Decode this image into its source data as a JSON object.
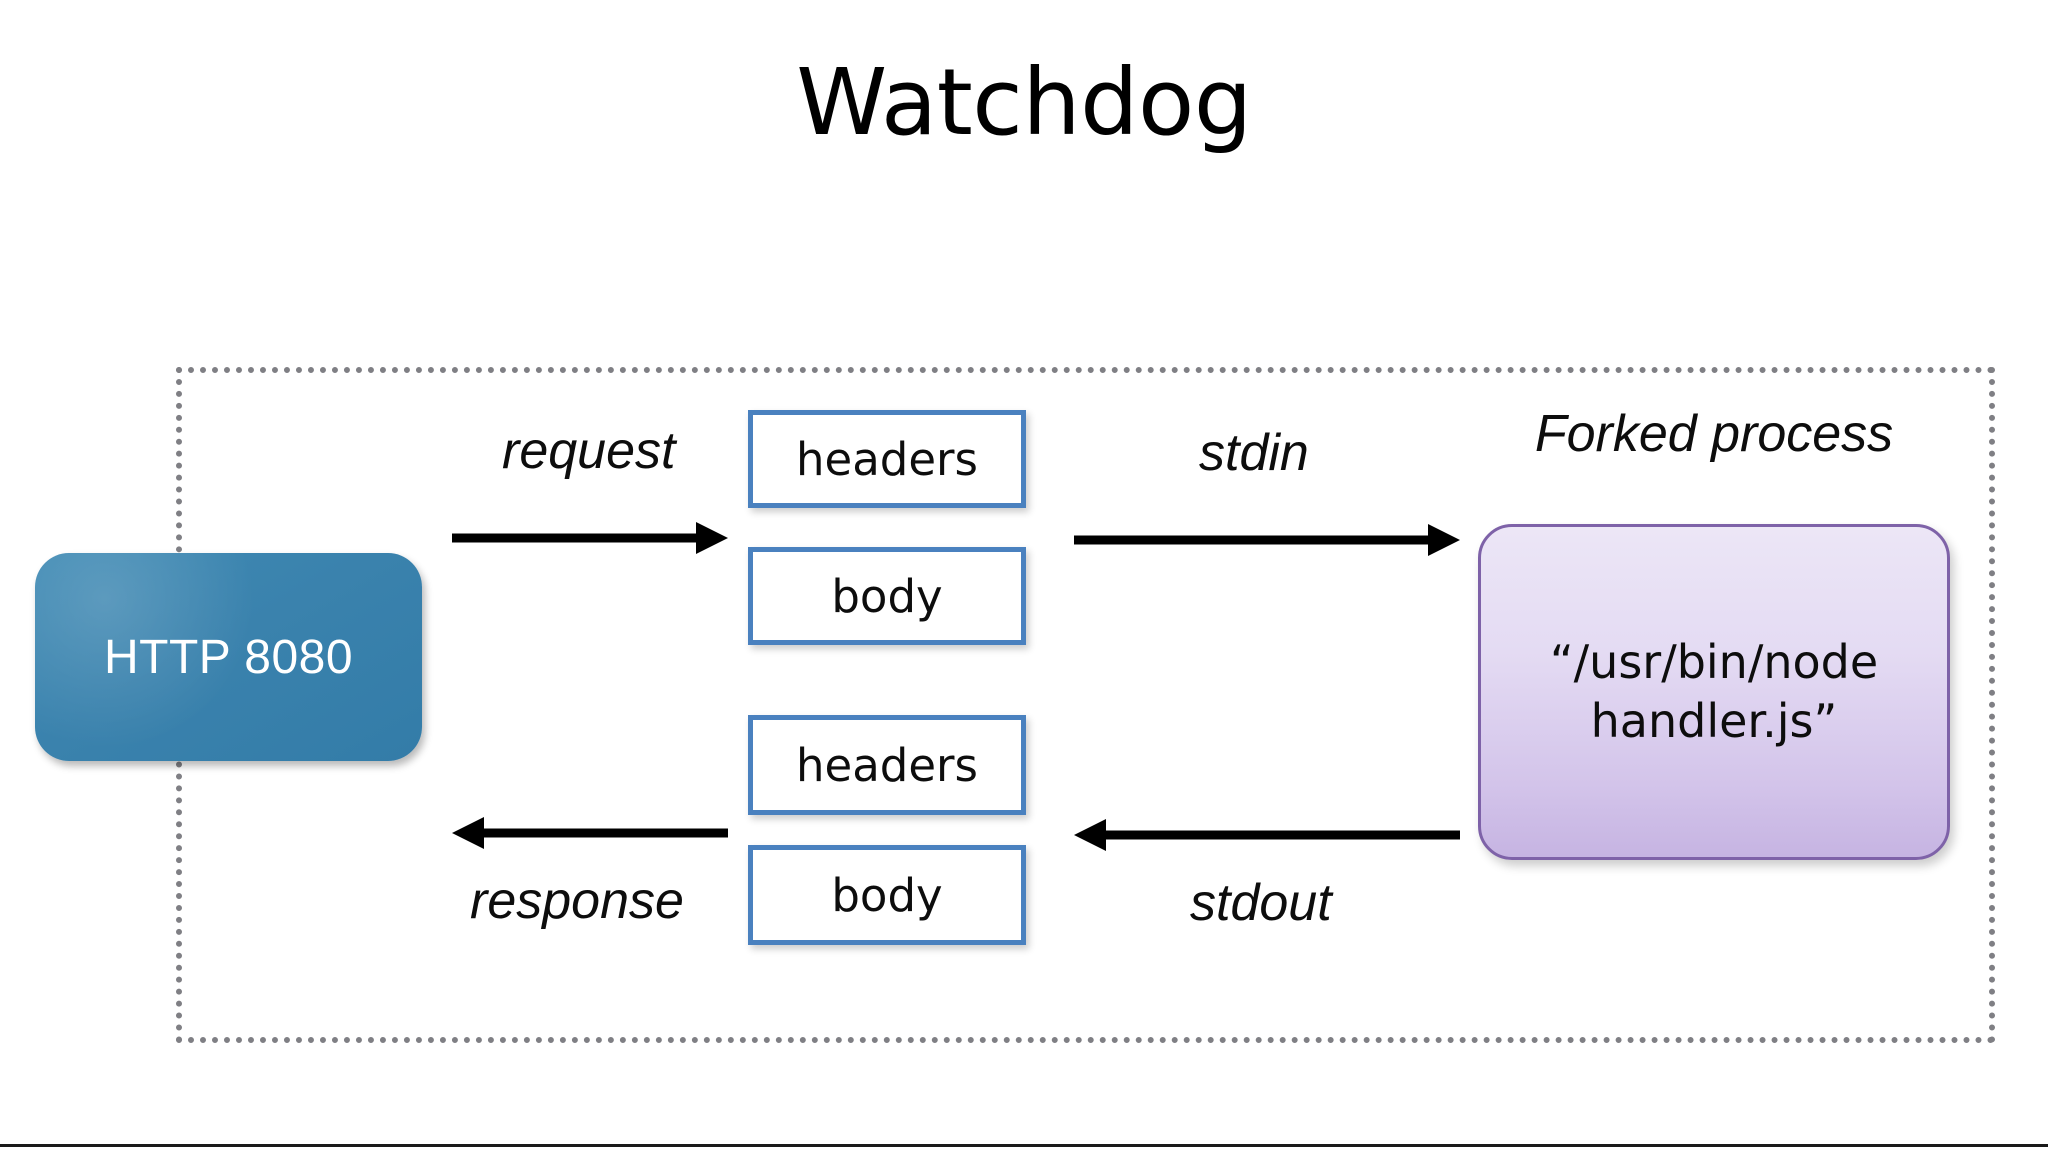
{
  "slide": {
    "title": "Watchdog",
    "background_color": "#ffffff"
  },
  "diagram": {
    "boundary": {
      "style": "dotted",
      "color": "#7f7f84"
    },
    "endpoint": {
      "label": "HTTP 8080",
      "fill_color": "#3a82ad",
      "text_color": "#ffffff"
    },
    "request_flow": {
      "arrow_label": "request",
      "packets": [
        {
          "label": "headers"
        },
        {
          "label": "body"
        }
      ],
      "pipe_label": "stdin"
    },
    "response_flow": {
      "arrow_label": "response",
      "packets": [
        {
          "label": "headers"
        },
        {
          "label": "body"
        }
      ],
      "pipe_label": "stdout"
    },
    "process": {
      "caption": "Forked process",
      "command_line_1": "“/usr/bin/node",
      "command_line_2": "handler.js”",
      "fill_color": "#ddd2f0",
      "border_color": "#7e62a8"
    },
    "packet_box_border_color": "#4a81bf"
  }
}
